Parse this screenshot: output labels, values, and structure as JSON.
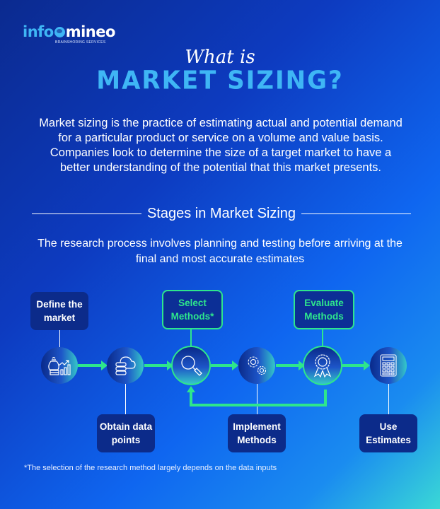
{
  "brand": {
    "logo_left": "info",
    "logo_right": "mineo",
    "tagline": "BRAINSHORING SERVICES"
  },
  "header": {
    "script_title": "What is",
    "main_title": "MARKET SIZING?"
  },
  "intro_text": "Market sizing is the practice of estimating actual and potential demand for a particular product or service on a volume and value basis. Companies look to determine the size of a target market to have a better understanding of the potential that this market presents.",
  "section": {
    "title": "Stages in Market Sizing",
    "subtitle": "The research process involves planning and testing before arriving at the final and most accurate estimates"
  },
  "stages": [
    {
      "label": "Define the market",
      "icon": "money-bag-growth-icon",
      "position": "top",
      "highlight": false
    },
    {
      "label": "Obtain data points",
      "icon": "cloud-database-icon",
      "position": "bottom",
      "highlight": false
    },
    {
      "label": "Select Methods*",
      "icon": "magnifier-icon",
      "position": "top",
      "highlight": true
    },
    {
      "label": "Implement Methods",
      "icon": "gears-icon",
      "position": "bottom",
      "highlight": false
    },
    {
      "label": "Evaluate Methods",
      "icon": "award-ribbon-icon",
      "position": "top",
      "highlight": true
    },
    {
      "label": "Use Estimates",
      "icon": "calculator-icon",
      "position": "bottom",
      "highlight": false
    }
  ],
  "colors": {
    "accent_green": "#2ee68c",
    "title_blue": "#3fb6f5",
    "box_navy": "#0b2a8f"
  },
  "footnote": "*The selection of the research method largely depends on the data inputs"
}
